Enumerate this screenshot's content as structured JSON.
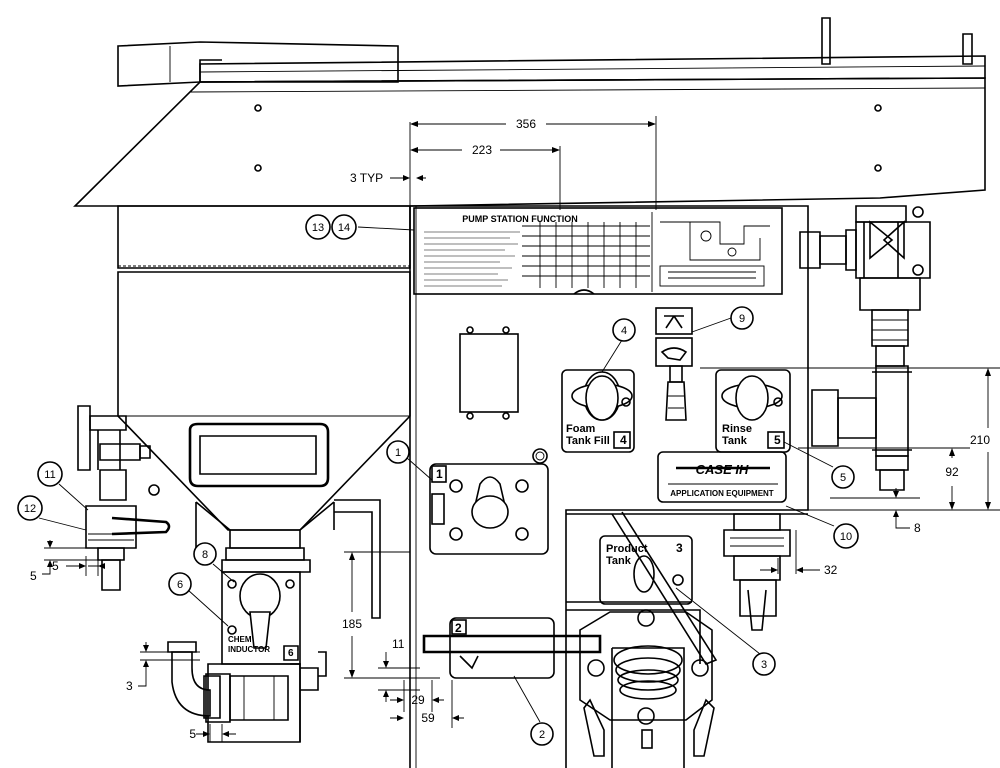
{
  "dimensions": {
    "d356": "356",
    "d223": "223",
    "d3typ": "3 TYP",
    "d210": "210",
    "d92": "92",
    "d8": "8",
    "d32": "32",
    "d185": "185",
    "d11": "11",
    "d29": "29",
    "d59": "59",
    "d5a": "5",
    "d5b": "5",
    "d3": "3",
    "d5c": "5"
  },
  "callouts": {
    "c1": "1",
    "c2": "2",
    "c3": "3",
    "c4": "4",
    "c5": "5",
    "c6": "6",
    "c8": "8",
    "c9": "9",
    "c10": "10",
    "c11": "11",
    "c12": "12",
    "c13": "13",
    "c14": "14"
  },
  "decals": {
    "pump_title": "PUMP STATION FUNCTION",
    "foam_line1": "Foam",
    "foam_line2": "Tank Fill",
    "foam_num": "4",
    "rinse_line1": "Rinse",
    "rinse_line2": "Tank",
    "rinse_num": "5",
    "case_logo": "CASE IH",
    "app_equipment": "APPLICATION EQUIPMENT",
    "valve1_num": "1",
    "valve2_num": "2",
    "product_line1": "Product",
    "product_line2": "Tank",
    "product_num": "3",
    "inductor_line1": "CHEM",
    "inductor_line2": "INDUCTOR",
    "inductor_num": "6"
  }
}
